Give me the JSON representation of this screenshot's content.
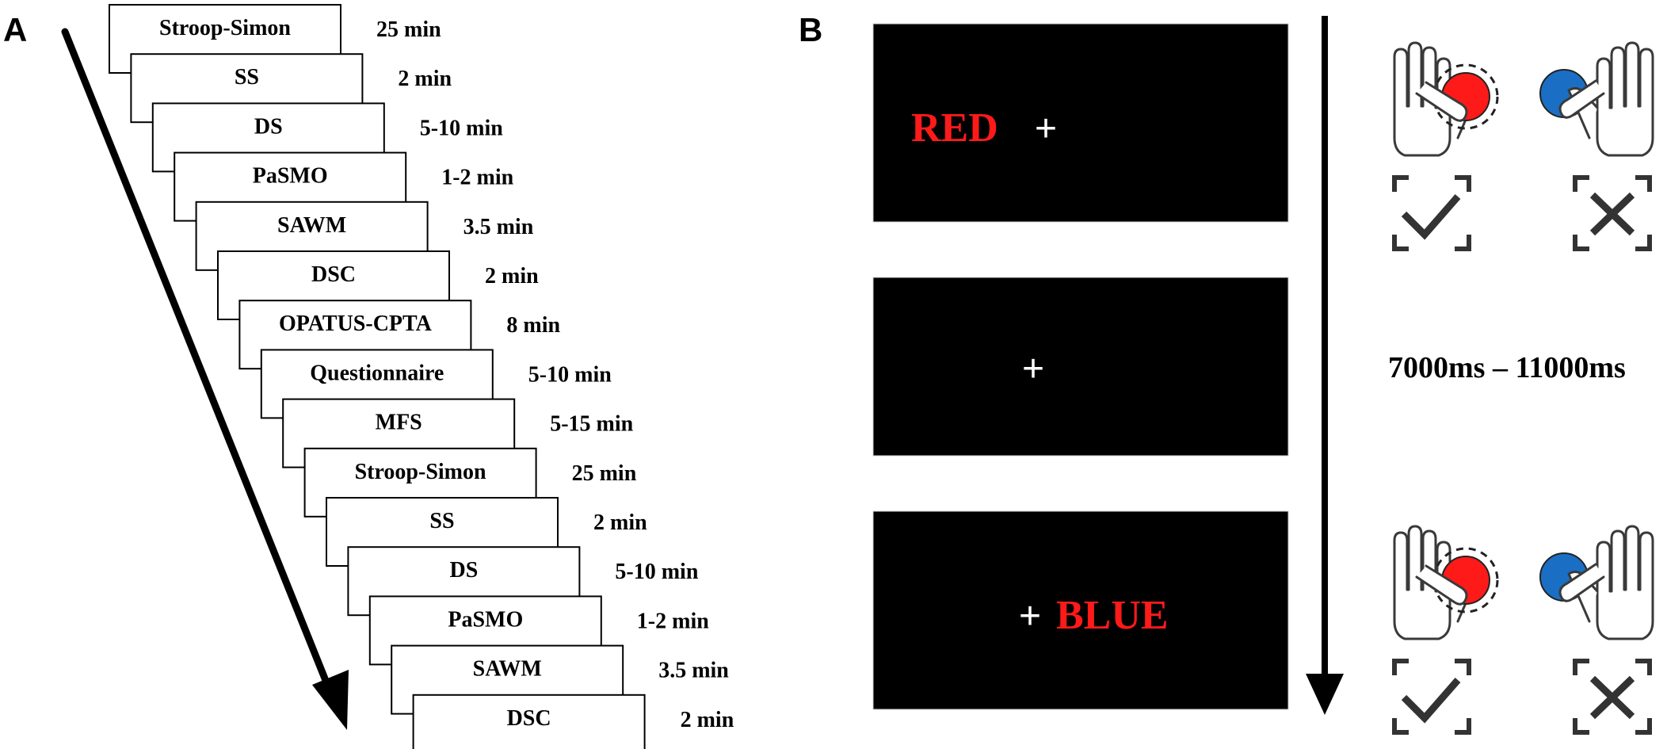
{
  "panel_a": {
    "label": "A",
    "steps": [
      {
        "name": "Stroop-Simon",
        "duration": "25 min"
      },
      {
        "name": "SS",
        "duration": "2 min"
      },
      {
        "name": "DS",
        "duration": "5-10 min"
      },
      {
        "name": "PaSMO",
        "duration": "1-2 min"
      },
      {
        "name": "SAWM",
        "duration": "3.5 min"
      },
      {
        "name": "DSC",
        "duration": "2 min"
      },
      {
        "name": "OPATUS-CPTA",
        "duration": "8 min"
      },
      {
        "name": "Questionnaire",
        "duration": "5-10 min"
      },
      {
        "name": "MFS",
        "duration": "5-15 min"
      },
      {
        "name": "Stroop-Simon",
        "duration": "25 min"
      },
      {
        "name": "SS",
        "duration": "2 min"
      },
      {
        "name": "DS",
        "duration": "5-10 min"
      },
      {
        "name": "PaSMO",
        "duration": "1-2 min"
      },
      {
        "name": "SAWM",
        "duration": "3.5 min"
      },
      {
        "name": "DSC",
        "duration": "2 min"
      }
    ]
  },
  "panel_b": {
    "label": "B",
    "screens": [
      {
        "left_word": "RED",
        "fixation": "+",
        "right_word": ""
      },
      {
        "left_word": "",
        "fixation": "+",
        "right_word": ""
      },
      {
        "left_word": "",
        "fixation": "+",
        "right_word": "BLUE"
      }
    ],
    "timing": "7000ms – 11000ms",
    "colors": {
      "word": "#ff1a1a",
      "left_button": "#ff1a1a",
      "right_button": "#1a6fc4",
      "screen": "#000000"
    },
    "icons": [
      "left-hand-icon",
      "right-hand-icon",
      "check-icon",
      "cross-icon"
    ]
  }
}
